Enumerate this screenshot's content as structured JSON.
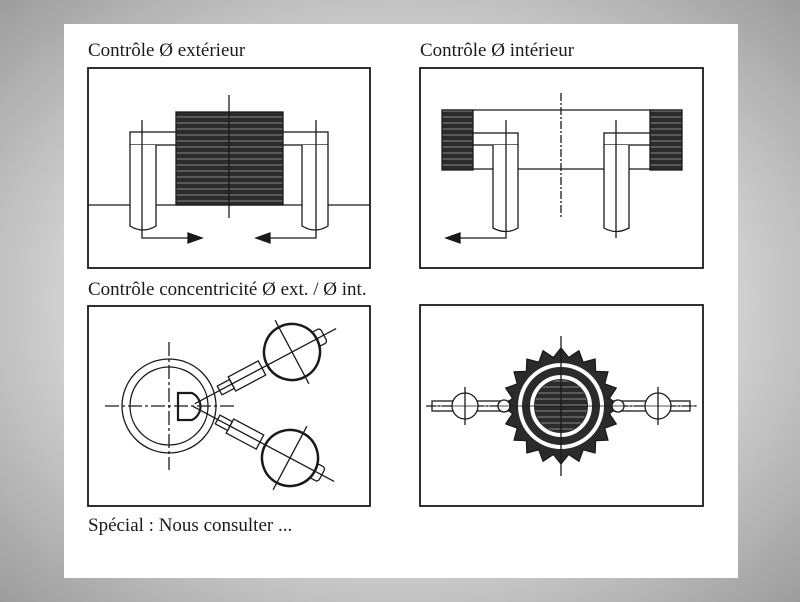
{
  "titles": {
    "outer": "Contrôle Ø extérieur",
    "inner": "Contrôle Ø intérieur",
    "concentricity": "Contrôle concentricité Ø ext. / Ø int.",
    "special": "Spécial : Nous consulter ..."
  },
  "colors": {
    "ink": "#1a1a1a",
    "hatch": "#2b2b2b",
    "paper": "#ffffff"
  }
}
